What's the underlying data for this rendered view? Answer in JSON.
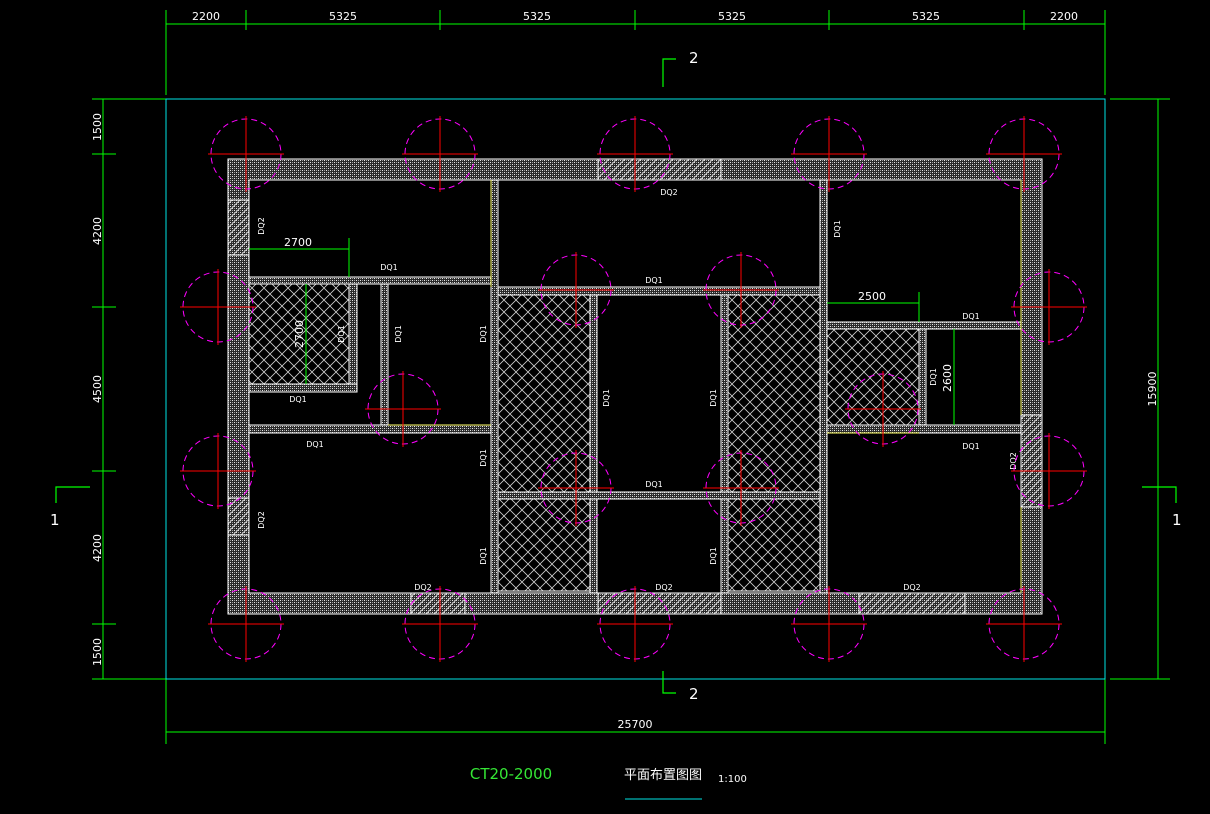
{
  "drawing": {
    "code": "CT20-2000",
    "title": "平面布置图图",
    "scale": "1:100",
    "colors": {
      "background": "#000000",
      "dimension_line": "#00ff00",
      "boundary_line": "#00e5e5",
      "pile_circle": "#ff00ff",
      "pile_cross": "#ff0000",
      "wall_edge": "#ffffff",
      "inner_wall_line": "#ffff66"
    },
    "top_dims": [
      "2200",
      "5325",
      "5325",
      "5325",
      "5325",
      "2200"
    ],
    "bottom_total": "25700",
    "left_dims": [
      "1500",
      "4200",
      "4500",
      "4200",
      "1500"
    ],
    "right_total": "15900",
    "section_marks": {
      "top": "2",
      "bottom": "2",
      "left": "1",
      "right": "1"
    },
    "inner_dims": {
      "room_a_width": "2700",
      "room_a_height": "2700",
      "room_b_width": "2500",
      "room_b_height": "2600"
    },
    "wall_labels": {
      "dq1": "DQ1",
      "dq2": "DQ2"
    }
  }
}
